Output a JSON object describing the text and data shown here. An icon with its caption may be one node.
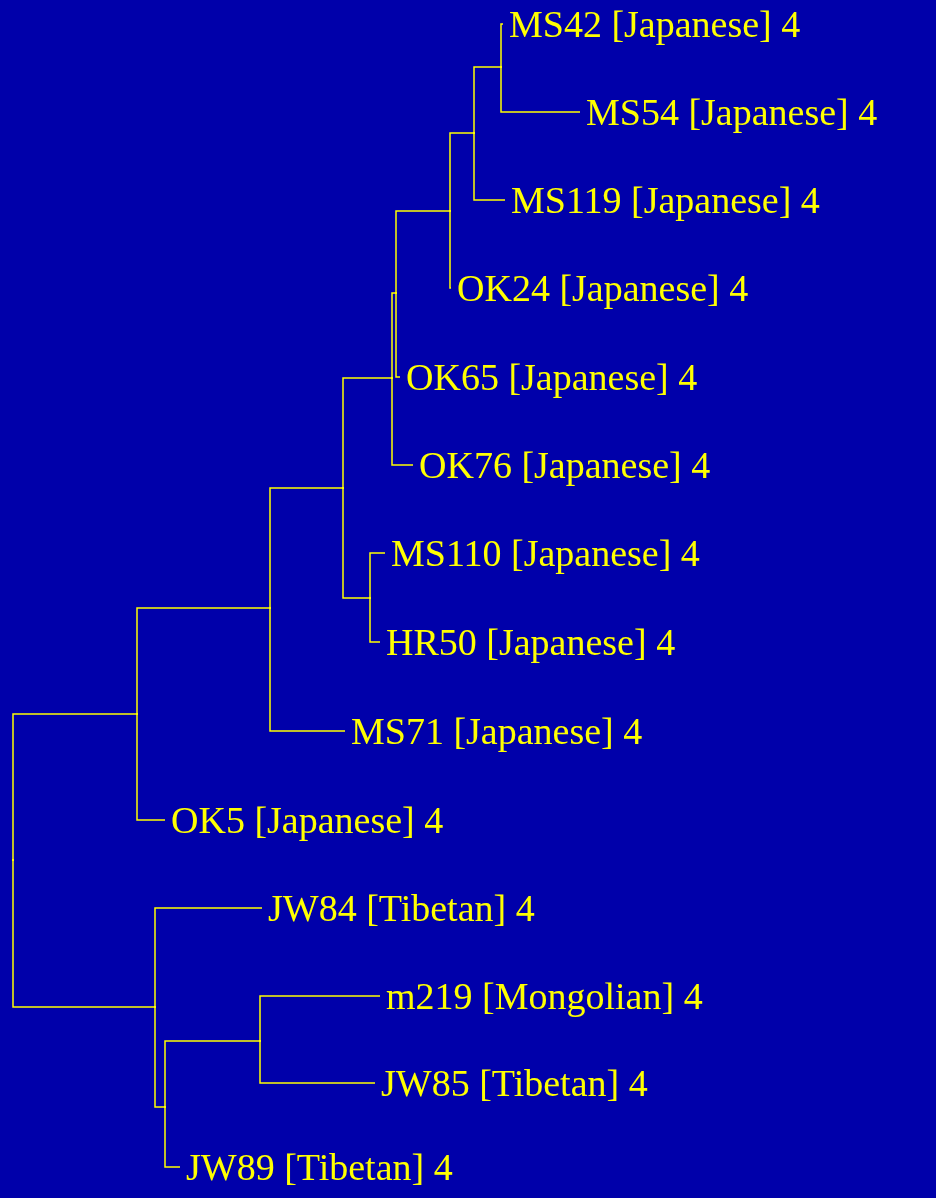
{
  "diagram": {
    "nodes": [
      {
        "text": [
          "MS42 [Japanese] 4"
        ]
      },
      {
        "text": [
          "MS54 [Japanese] 4"
        ]
      },
      {
        "text": [
          "MS119 [Japanese] 4"
        ]
      },
      {
        "text": [
          "OK24 [Japanese] 4"
        ]
      },
      {
        "text": [
          "OK65 [Japanese] 4"
        ]
      },
      {
        "text": [
          "OK76 [Japanese] 4"
        ]
      },
      {
        "text": [
          "MS110 [Japanese] 4"
        ]
      },
      {
        "text": [
          "HR50 [Japanese] 4"
        ]
      },
      {
        "text": [
          "MS71 [Japanese] 4"
        ]
      },
      {
        "text": [
          "OK5 [Japanese] 4"
        ]
      },
      {
        "text": [
          "JW84 [Tibetan] 4"
        ]
      },
      {
        "text": [
          "m219 [Mongolian] 4"
        ]
      },
      {
        "text": [
          "JW85 [Tibetan] 4"
        ]
      },
      {
        "text": [
          "JW89 [Tibetan] 4"
        ]
      },
      {
        "text": [],
        "shape": "point"
      },
      {
        "text": [],
        "shape": "point"
      },
      {
        "text": [],
        "shape": "point"
      },
      {
        "text": [],
        "shape": "point"
      },
      {
        "text": [],
        "shape": "point"
      },
      {
        "text": [],
        "shape": "point"
      },
      {
        "text": [],
        "shape": "point"
      },
      {
        "text": [],
        "shape": "point"
      },
      {
        "text": [],
        "shape": "point"
      },
      {
        "text": [],
        "shape": "point"
      },
      {
        "text": [],
        "shape": "point"
      },
      {
        "text": [],
        "shape": "point"
      },
      {
        "text": [],
        "shape": "point"
      }
    ],
    "edges": [
      {
        "from": 14,
        "to": 15,
        "arrow": "none"
      },
      {
        "from": 14,
        "to": 24,
        "arrow": "none"
      },
      {
        "from": 15,
        "to": 16,
        "arrow": "none"
      },
      {
        "from": 15,
        "to": 9,
        "arrow": "none"
      },
      {
        "from": 16,
        "to": 17,
        "arrow": "none"
      },
      {
        "from": 16,
        "to": 8,
        "arrow": "none"
      },
      {
        "from": 17,
        "to": 18,
        "arrow": "none"
      },
      {
        "from": 17,
        "to": 23,
        "arrow": "none"
      },
      {
        "from": 18,
        "to": 19,
        "arrow": "none"
      },
      {
        "from": 18,
        "to": 5,
        "arrow": "none"
      },
      {
        "from": 19,
        "to": 20,
        "arrow": "none"
      },
      {
        "from": 19,
        "to": 4,
        "arrow": "none"
      },
      {
        "from": 20,
        "to": 21,
        "arrow": "none"
      },
      {
        "from": 20,
        "to": 3,
        "arrow": "none"
      },
      {
        "from": 21,
        "to": 22,
        "arrow": "none"
      },
      {
        "from": 21,
        "to": 2,
        "arrow": "none"
      },
      {
        "from": 22,
        "to": 0,
        "arrow": "none"
      },
      {
        "from": 22,
        "to": 1,
        "arrow": "none"
      },
      {
        "from": 23,
        "to": 6,
        "arrow": "none"
      },
      {
        "from": 23,
        "to": 7,
        "arrow": "none"
      },
      {
        "from": 24,
        "to": 10,
        "arrow": "none"
      },
      {
        "from": 24,
        "to": 25,
        "arrow": "none"
      },
      {
        "from": 25,
        "to": 26,
        "arrow": "none"
      },
      {
        "from": 25,
        "to": 13,
        "arrow": "none"
      },
      {
        "from": 26,
        "to": 11,
        "arrow": "none"
      },
      {
        "from": 26,
        "to": 12,
        "arrow": "none"
      }
    ]
  }
}
